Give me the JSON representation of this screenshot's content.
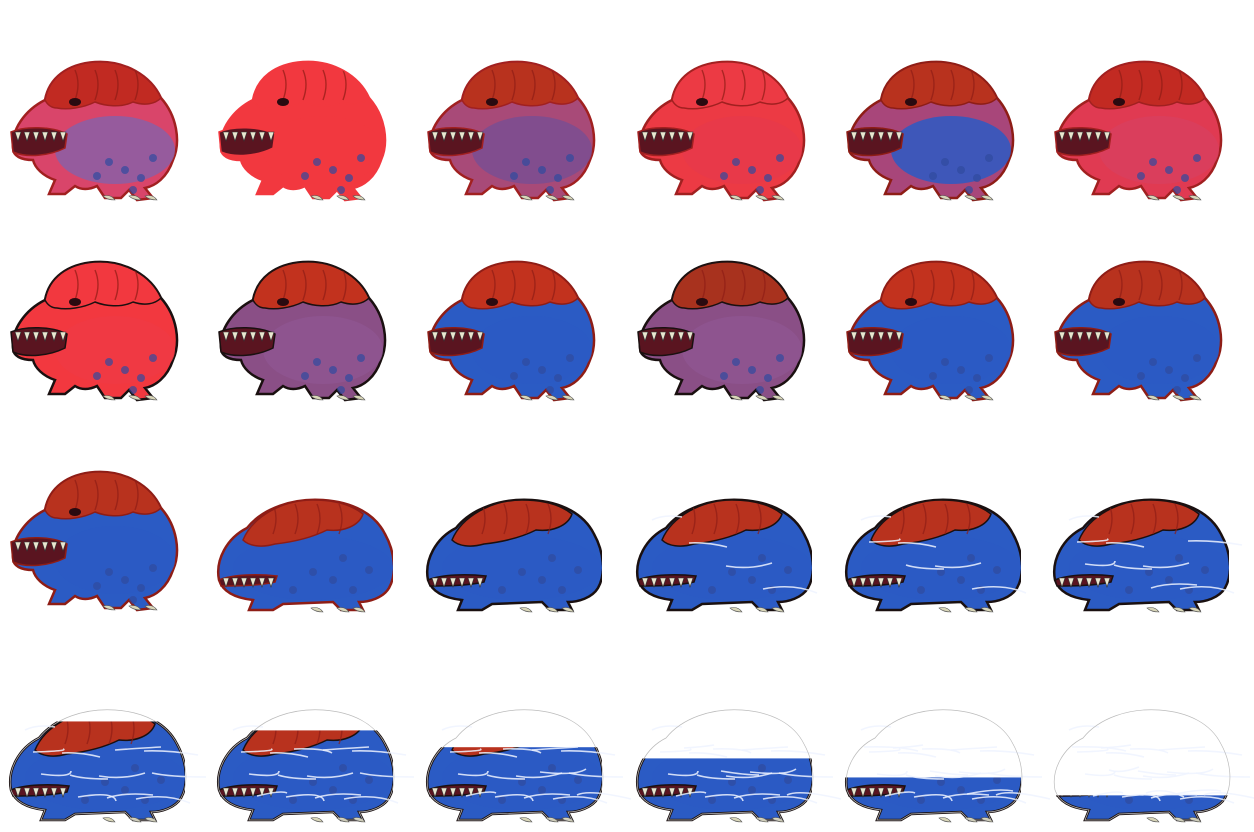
{
  "sheet": {
    "rows": 4,
    "columns": 6,
    "background": "#ffffff"
  },
  "palette": {
    "red_light": "#f2383f",
    "red_crest": "#b8321e",
    "red_outline": "#8e1d16",
    "purple": "#8a4f86",
    "blue": "#2b5bc4",
    "blue_dark": "#1d3f97",
    "spot": "#314a9e",
    "teeth": "#e9e6cf",
    "claw": "#d9d6b8",
    "outline": "#1a1010",
    "streak": "#eef3ff"
  },
  "frames": [
    {
      "pose": "upright",
      "body": "#d9456a",
      "belly": "#8a5fa6",
      "crest": "#c12a22",
      "outline": "#a12020",
      "wipe": 0,
      "streaks": 0
    },
    {
      "pose": "upright",
      "body": "#f2383f",
      "belly": "#f2383f",
      "crest": "#f2383f",
      "outline": "#f2383f",
      "wipe": 0,
      "streaks": 0
    },
    {
      "pose": "upright",
      "body": "#a84a78",
      "belly": "#7a4e92",
      "crest": "#b8321e",
      "outline": "#a12020",
      "wipe": 0,
      "streaks": 0
    },
    {
      "pose": "upright",
      "body": "#ec3a44",
      "belly": "#e8394a",
      "crest": "#ec3a44",
      "outline": "#a12020",
      "wipe": 0,
      "streaks": 0
    },
    {
      "pose": "upright",
      "body": "#a8467a",
      "belly": "#2b5bc4",
      "crest": "#b8321e",
      "outline": "#8e1d16",
      "wipe": 0,
      "streaks": 0
    },
    {
      "pose": "upright",
      "body": "#e03a52",
      "belly": "#d8405e",
      "crest": "#c22a22",
      "outline": "#a12020",
      "wipe": 0,
      "streaks": 0
    },
    {
      "pose": "upright",
      "body": "#f2383f",
      "belly": "#f03a44",
      "crest": "#f2383f",
      "outline": "#1a1010",
      "wipe": 0,
      "streaks": 0
    },
    {
      "pose": "upright",
      "body": "#8a4f86",
      "belly": "#8e5590",
      "crest": "#c2321e",
      "outline": "#1a1010",
      "wipe": 0,
      "streaks": 0
    },
    {
      "pose": "upright",
      "body": "#2b5bc4",
      "belly": "#2b5bc4",
      "crest": "#c2321e",
      "outline": "#8e1d16",
      "wipe": 0,
      "streaks": 0
    },
    {
      "pose": "upright",
      "body": "#8a4f86",
      "belly": "#8e5590",
      "crest": "#a8321e",
      "outline": "#1a1010",
      "wipe": 0,
      "streaks": 0
    },
    {
      "pose": "upright",
      "body": "#2b5bc4",
      "belly": "#2b5bc4",
      "crest": "#c2321e",
      "outline": "#8e1d16",
      "wipe": 0,
      "streaks": 0
    },
    {
      "pose": "upright",
      "body": "#2b5bc4",
      "belly": "#2b5bc4",
      "crest": "#b8321e",
      "outline": "#8e1d16",
      "wipe": 0,
      "streaks": 0
    },
    {
      "pose": "upright",
      "body": "#2b5bc4",
      "belly": "#2b5bc4",
      "crest": "#b8321e",
      "outline": "#8e1d16",
      "wipe": 0,
      "streaks": 0
    },
    {
      "pose": "crouch",
      "body": "#2b5bc4",
      "belly": "#2b5bc4",
      "crest": "#b8321e",
      "outline": "#8e1d16",
      "wipe": 0,
      "streaks": 0
    },
    {
      "pose": "crouch",
      "body": "#2b5bc4",
      "belly": "#2b5bc4",
      "crest": "#b8321e",
      "outline": "#1a1010",
      "wipe": 0,
      "streaks": 0
    },
    {
      "pose": "crouch",
      "body": "#2b5bc4",
      "belly": "#2b5bc4",
      "crest": "#b8321e",
      "outline": "#1a1010",
      "wipe": 0,
      "streaks": 4
    },
    {
      "pose": "crouch",
      "body": "#2b5bc4",
      "belly": "#2b5bc4",
      "crest": "#b8321e",
      "outline": "#1a1010",
      "wipe": 0,
      "streaks": 6
    },
    {
      "pose": "crouch",
      "body": "#2b5bc4",
      "belly": "#2b5bc4",
      "crest": "#b8321e",
      "outline": "#1a1010",
      "wipe": 0,
      "streaks": 9
    },
    {
      "pose": "crouch",
      "body": "#2b5bc4",
      "belly": "#2b5bc4",
      "crest": "#b8321e",
      "outline": "#1a1010",
      "wipe": 0.12,
      "streaks": 12
    },
    {
      "pose": "crouch",
      "body": "#2b5bc4",
      "belly": "#2b5bc4",
      "crest": "#b8321e",
      "outline": "#1a1010",
      "wipe": 0.2,
      "streaks": 14
    },
    {
      "pose": "crouch",
      "body": "#2b5bc4",
      "belly": "#2b5bc4",
      "crest": "#b8321e",
      "outline": "#1a1010",
      "wipe": 0.35,
      "streaks": 16
    },
    {
      "pose": "crouch",
      "body": "#2b5bc4",
      "belly": "#2b5bc4",
      "crest": "#b8321e",
      "outline": "#1a1010",
      "wipe": 0.45,
      "streaks": 18
    },
    {
      "pose": "crouch",
      "body": "#2b5bc4",
      "belly": "#2b5bc4",
      "crest": "#b8321e",
      "outline": "#1a1010",
      "wipe": 0.62,
      "streaks": 20
    },
    {
      "pose": "crouch",
      "body": "#2b5bc4",
      "belly": "#2b5bc4",
      "crest": "#b8321e",
      "outline": "#1a1010",
      "wipe": 0.78,
      "streaks": 22
    }
  ]
}
